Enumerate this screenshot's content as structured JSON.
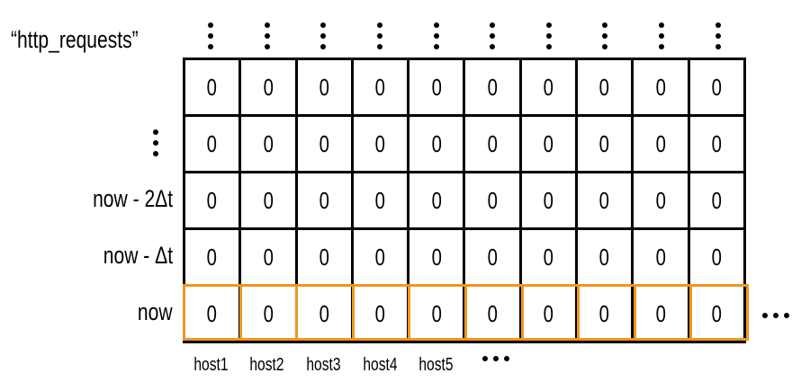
{
  "metric_name": "“http_requests”",
  "row_labels": [
    "",
    "⋮",
    "now - 2Δt",
    "now - Δt",
    "now"
  ],
  "grid_rows": [
    [
      "0",
      "0",
      "0",
      "0",
      "0",
      "0",
      "0",
      "0",
      "0",
      "0"
    ],
    [
      "0",
      "0",
      "0",
      "0",
      "0",
      "0",
      "0",
      "0",
      "0",
      "0"
    ],
    [
      "0",
      "0",
      "0",
      "0",
      "0",
      "0",
      "0",
      "0",
      "0",
      "0"
    ],
    [
      "0",
      "0",
      "0",
      "0",
      "0",
      "0",
      "0",
      "0",
      "0",
      "0"
    ],
    [
      "0",
      "0",
      "0",
      "0",
      "0",
      "0",
      "0",
      "0",
      "0",
      "0"
    ]
  ],
  "host_labels": [
    "host1",
    "host2",
    "host3",
    "host4",
    "host5"
  ],
  "colors": {
    "grid": "#000000",
    "highlight": "#f0961e"
  }
}
